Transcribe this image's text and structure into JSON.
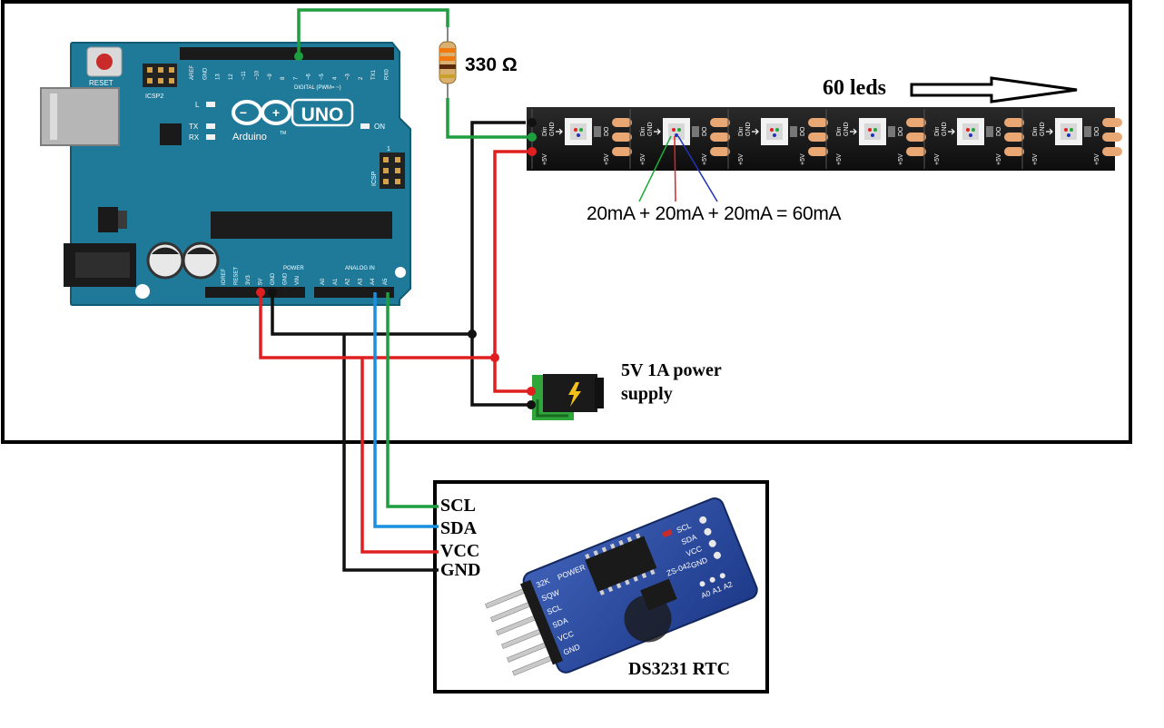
{
  "arduino": {
    "reset_label": "RESET",
    "icsp2_label": "ICSP2",
    "logo_text": "UNO",
    "brand_text": "Arduino",
    "tm_mark": "TM",
    "on_label": "ON",
    "l_label": "L",
    "tx_label": "TX",
    "rx_label": "RX",
    "icsp_label": "ICSP",
    "icsp_pin1": "1",
    "digital_header_label": "DIGITAL (PWM= ~)",
    "power_header_label": "POWER",
    "analog_header_label": "ANALOG IN",
    "digital_pins": [
      "AREF",
      "GND",
      "13",
      "12",
      "~11",
      "~10",
      "~9",
      "8",
      "7",
      "~6",
      "~5",
      "4",
      "~3",
      "2",
      "TX1",
      "RX0"
    ],
    "power_pins": [
      "IOREF",
      "RESET",
      "3V3",
      "5V",
      "GND",
      "GND",
      "VIN"
    ],
    "analog_pins": [
      "A0",
      "A1",
      "A2",
      "A3",
      "A4",
      "A5"
    ]
  },
  "resistor": {
    "value_label": "330 Ω"
  },
  "led_strip": {
    "count_label": "60 leds",
    "pad_labels": {
      "gnd": "GND",
      "din": "Din",
      "do": "DO",
      "vcc": "+5V"
    },
    "current_equation": "20mA + 20mA + 20mA = 60mA",
    "channel_colors": {
      "red": "#e22222",
      "green": "#1faa3a",
      "blue": "#2233bb"
    }
  },
  "power_supply": {
    "label_line1": "5V 1A power",
    "label_line2": "supply"
  },
  "rtc": {
    "module_label": "DS3231 RTC",
    "pins": [
      "SCL",
      "SDA",
      "VCC",
      "GND"
    ],
    "board_pins": [
      "32K",
      "SQW",
      "SCL",
      "SDA",
      "VCC",
      "GND"
    ],
    "board_right_pins": [
      "SCL",
      "SDA",
      "VCC",
      "GND"
    ],
    "board_power_label": "POWER",
    "chip_label": "ZS-042",
    "address_labels": [
      "A0",
      "A1",
      "A2"
    ]
  },
  "wire_colors": {
    "ground": "#111111",
    "power": "#e02020",
    "data": "#1e9e3e",
    "sda": "#1a8fe0"
  }
}
